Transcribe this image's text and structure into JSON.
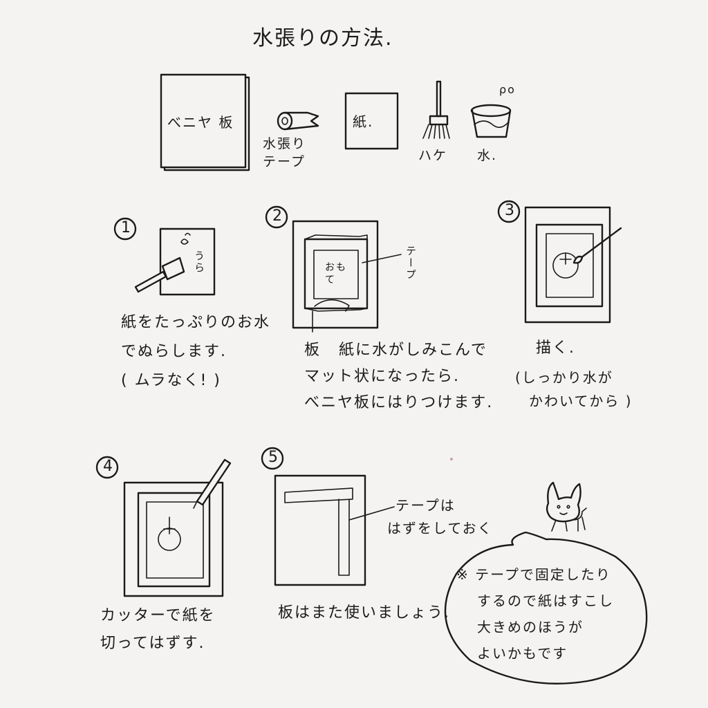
{
  "title": "水張りの方法.",
  "materials": {
    "plywood": "べニヤ 板",
    "tape": "水張り テープ",
    "paper": "紙.",
    "brush": "ハケ",
    "water": "水.",
    "bubbles": "ρo"
  },
  "steps": [
    {
      "number": "1",
      "side_note": "うら",
      "lines": [
        "紙をたっぷりのお水",
        "でぬらします.",
        "( ムラなく! )"
      ]
    },
    {
      "number": "2",
      "paper_note": "おもて",
      "tape_note": "テープ",
      "board_label": "板",
      "lines": [
        "紙に水がしみこんで",
        "マット状になったら.",
        "べニヤ板にはりつけます."
      ]
    },
    {
      "number": "3",
      "lines": [
        "描く.",
        "(しっかり水が",
        "かわいてから )"
      ]
    },
    {
      "number": "4",
      "lines": [
        "カッターで紙を",
        "切ってはずす."
      ]
    },
    {
      "number": "5",
      "tape_note": [
        "テープは",
        "はずをしておく"
      ],
      "lines": [
        "板はまた使いましょう."
      ]
    }
  ],
  "note_bubble": [
    "※ テープで固定したり",
    "するので紙はすこし",
    "大きめのほうが",
    "よいかもです"
  ],
  "icons": [
    "plywood-board",
    "tape-roll",
    "paper-sheet",
    "brush-icon",
    "water-bucket-icon",
    "cutter-knife-icon",
    "dog-icon"
  ]
}
